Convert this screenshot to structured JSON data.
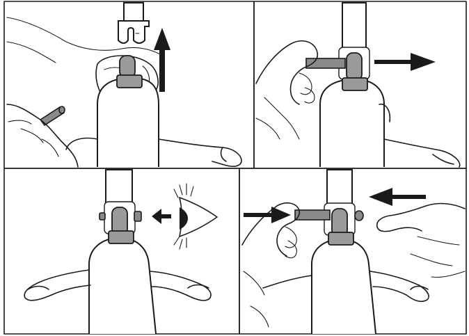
{
  "figure": {
    "panels": [
      {
        "id": "step-1",
        "action": "lift-clevis-up",
        "icons": [
          "hand-icon",
          "pin-icon",
          "up-arrow-icon"
        ]
      },
      {
        "id": "step-2",
        "action": "pull-pin-out",
        "icons": [
          "hand-icon",
          "right-arrow-icon"
        ]
      },
      {
        "id": "step-3",
        "action": "inspect-pin-hole",
        "icons": [
          "eye-icon",
          "left-arrow-icon"
        ]
      },
      {
        "id": "step-4",
        "action": "push-pin-in",
        "icons": [
          "hand-icon",
          "left-arrow-icon",
          "right-arrow-icon"
        ]
      }
    ],
    "colors": {
      "line": "#1a1a1a",
      "part_fill": "#9a9a9a",
      "background": "#ffffff"
    }
  }
}
